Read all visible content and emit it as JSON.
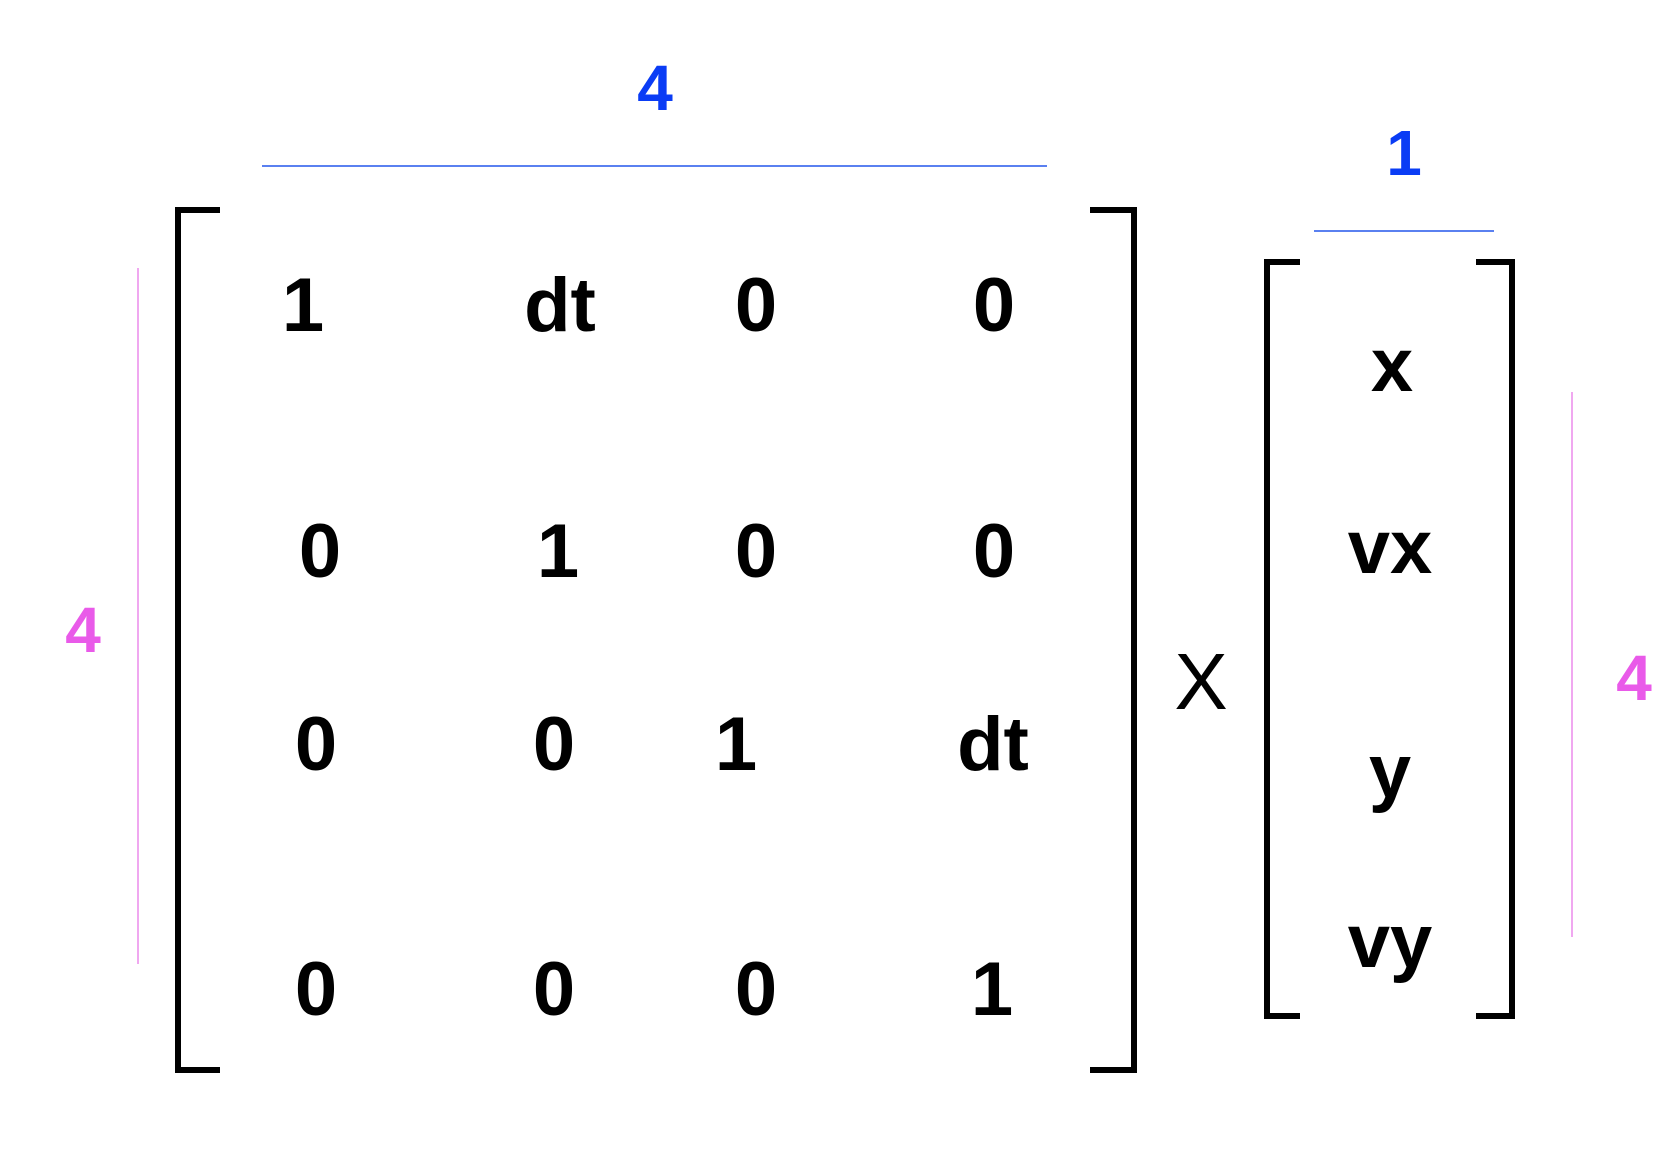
{
  "colors": {
    "columns_dimension": "#0a3cf5",
    "rows_dimension": "#e95ae9",
    "entries": "#000000"
  },
  "matrix": {
    "columns_label": "4",
    "rows_label": "4",
    "rows": [
      [
        "1",
        "dt",
        "0",
        "0"
      ],
      [
        "0",
        "1",
        "0",
        "0"
      ],
      [
        "0",
        "0",
        "1",
        "dt"
      ],
      [
        "0",
        "0",
        "0",
        "1"
      ]
    ]
  },
  "operator": "X",
  "vector": {
    "columns_label": "1",
    "rows_label": "4",
    "entries": [
      "x",
      "vx",
      "y",
      "vy"
    ]
  }
}
